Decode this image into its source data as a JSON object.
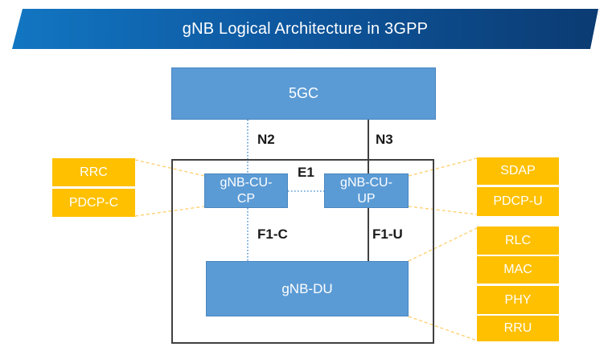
{
  "header": {
    "title": "gNB Logical Architecture in 3GPP"
  },
  "colors": {
    "banner_start": "#1276C2",
    "banner_end": "#0B3B72",
    "node_fill": "#5B9BD5",
    "node_border": "#4A86C0",
    "stack_fill": "#FFC000",
    "callout_dash": "#FFCE6B",
    "dark_line": "#404040",
    "dotted_line": "#5B9BD5",
    "label_text": "#1A1A1A",
    "node_text": "#FFFFFF"
  },
  "nodes": {
    "core": {
      "label": "5GC"
    },
    "cu_cp": {
      "label": "gNB-CU-CP"
    },
    "cu_up": {
      "label": "gNB-CU-UP"
    },
    "du": {
      "label": "gNB-DU"
    }
  },
  "interfaces": {
    "n2": {
      "label": "N2"
    },
    "n3": {
      "label": "N3"
    },
    "e1": {
      "label": "E1"
    },
    "f1c": {
      "label": "F1-C"
    },
    "f1u": {
      "label": "F1-U"
    }
  },
  "stacks": {
    "cu_cp": {
      "items": [
        "RRC",
        "PDCP-C"
      ]
    },
    "cu_up": {
      "items": [
        "SDAP",
        "PDCP-U"
      ]
    },
    "du": {
      "items": [
        "RLC",
        "MAC",
        "PHY",
        "RRU"
      ]
    }
  }
}
